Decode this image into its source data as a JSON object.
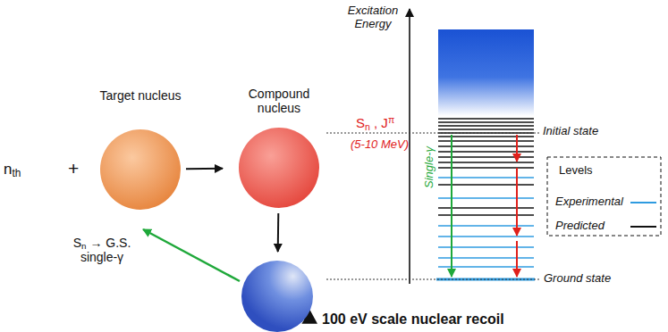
{
  "diagram": {
    "nodes": [
      {
        "text": [
          "Target nucleus"
        ]
      },
      {
        "text": [
          "Compound nucleus"
        ]
      },
      {
        "text": [
          "100 eV scale nuclear recoil"
        ]
      }
    ],
    "edges": [
      {
        "from": 0,
        "to": 1,
        "arrow": "to"
      },
      {
        "from": 1,
        "to": 2,
        "arrow": "to"
      }
    ],
    "labels": [
      "nth",
      "+",
      "Excitation Energy",
      "Sn , Jπ",
      "(5-10 MeV)",
      "Initial state",
      "Single-γ",
      "Sn → G.S. single-γ",
      "Ground state",
      "Levels"
    ],
    "legend": [
      {
        "text": "Experimental"
      },
      {
        "text": "Predicted"
      }
    ]
  }
}
